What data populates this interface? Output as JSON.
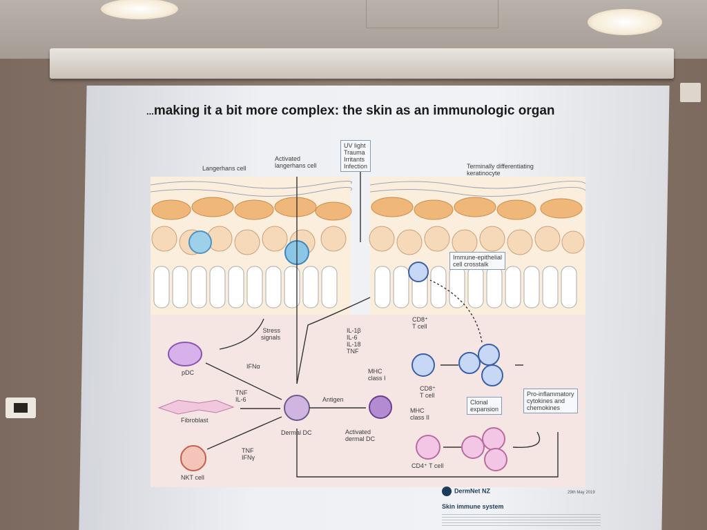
{
  "slide": {
    "title_prefix": "...",
    "title": "making it a bit more complex: the skin as an immunologic organ"
  },
  "diagram": {
    "labels": {
      "langerhans": "Langerhans cell",
      "activated_langerhans": "Activated\nlangerhans cell",
      "triggers": "UV light\nTrauma\nIrritants\nInfection",
      "keratinocyte": "Terminally differentiating\nkeratinocyte",
      "crosstalk": "Immune-epithelial\ncell crosstalk",
      "stress": "Stress\nsignals",
      "cytokines1": "IL-1β\nIL-6\nIL-18\nTNF",
      "cd8_epidermis": "CD8⁺\nT cell",
      "pdc": "pDC",
      "ifna": "IFNα",
      "tnf_il6": "TNF\nIL-6",
      "fibroblast": "Fibroblast",
      "dermal_dc": "Dermal DC",
      "antigen": "Antigen",
      "mhc1": "MHC\nclass I",
      "mhc2": "MHC\nclass II",
      "cd8": "CD8⁺\nT cell",
      "activated_dc": "Activated\ndermal DC",
      "clonal": "Clonal\nexpansion",
      "proinflam": "Pro-inflammatory\ncytokines and\nchemokines",
      "tnf_ifng": "TNF\nIFNγ",
      "nkt": "NKT cell",
      "cd4": "CD4⁺ T cell"
    },
    "footer": {
      "logo": "DermNet NZ",
      "date": "29th May 2019",
      "caption": "Skin immune system"
    }
  }
}
